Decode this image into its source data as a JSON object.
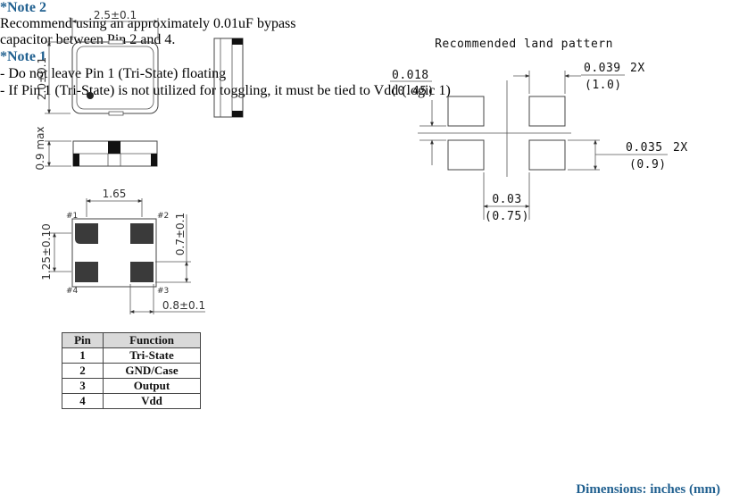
{
  "dims": {
    "top_width": "2.5±0.1",
    "top_height": "2.0±0.1",
    "side_height": "0.9 max",
    "pad_pitch": "1.65",
    "pad_height_span": "1.25±0.10",
    "pad_length": "0.7±0.1",
    "pad_width": "0.8±0.1"
  },
  "pin_labels": {
    "p1": "#1",
    "p2": "#2",
    "p3": "#3",
    "p4": "#4"
  },
  "land": {
    "title": "Recommended land pattern",
    "pad_gap_in": "0.018",
    "pad_gap_mm": "(0.45)",
    "pad_w_in": "0.039",
    "pad_w_mm": "(1.0)",
    "pad_w_mult": "2X",
    "pad_h_in": "0.035",
    "pad_h_mm": "(0.9)",
    "pad_h_mult": "2X",
    "center_gap_in": "0.03",
    "center_gap_mm": "(0.75)"
  },
  "note2": {
    "title": "*Note 2",
    "text": "Recommend using an approximately 0.01uF bypass capacitor between Pin 2 and 4."
  },
  "pin_table": {
    "header_pin": "Pin",
    "header_function": "Function",
    "rows": [
      {
        "pin": "1",
        "function": "Tri-State"
      },
      {
        "pin": "2",
        "function": "GND/Case"
      },
      {
        "pin": "3",
        "function": "Output"
      },
      {
        "pin": "4",
        "function": "Vdd"
      }
    ]
  },
  "note1": {
    "title": "*Note 1",
    "line1": "- Do not leave Pin 1 (Tri-State) floating",
    "line2": "- If Pin 1 (Tri-State) is not utilized for toggling, it must be tied to Vdd (logic 1)"
  },
  "units": "Dimensions: inches (mm)"
}
